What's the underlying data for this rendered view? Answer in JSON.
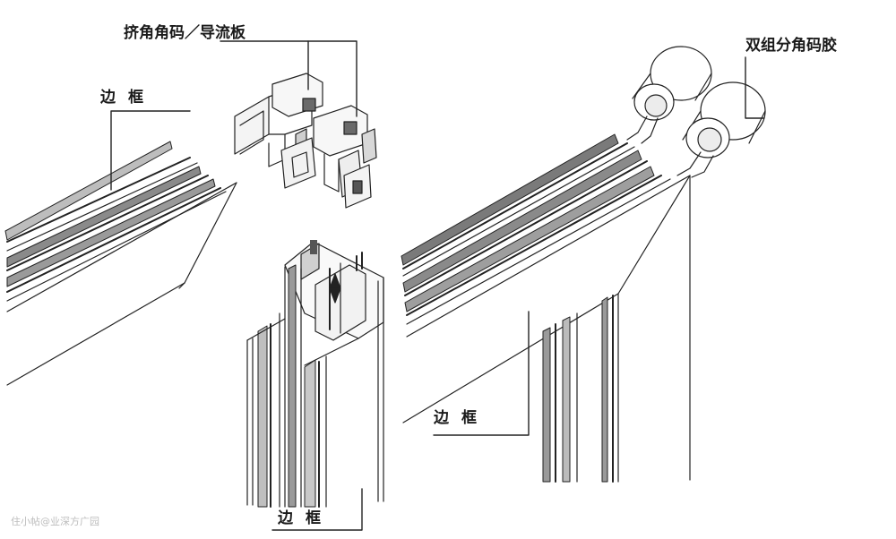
{
  "labels": {
    "corner_insert_guide": "挤角角码／导流板",
    "dual_corner_glue": "双组分角码胶",
    "frame_left": "边框",
    "frame_center": "边框",
    "frame_right": "边框"
  },
  "watermark": "住小帖@业深方广园"
}
